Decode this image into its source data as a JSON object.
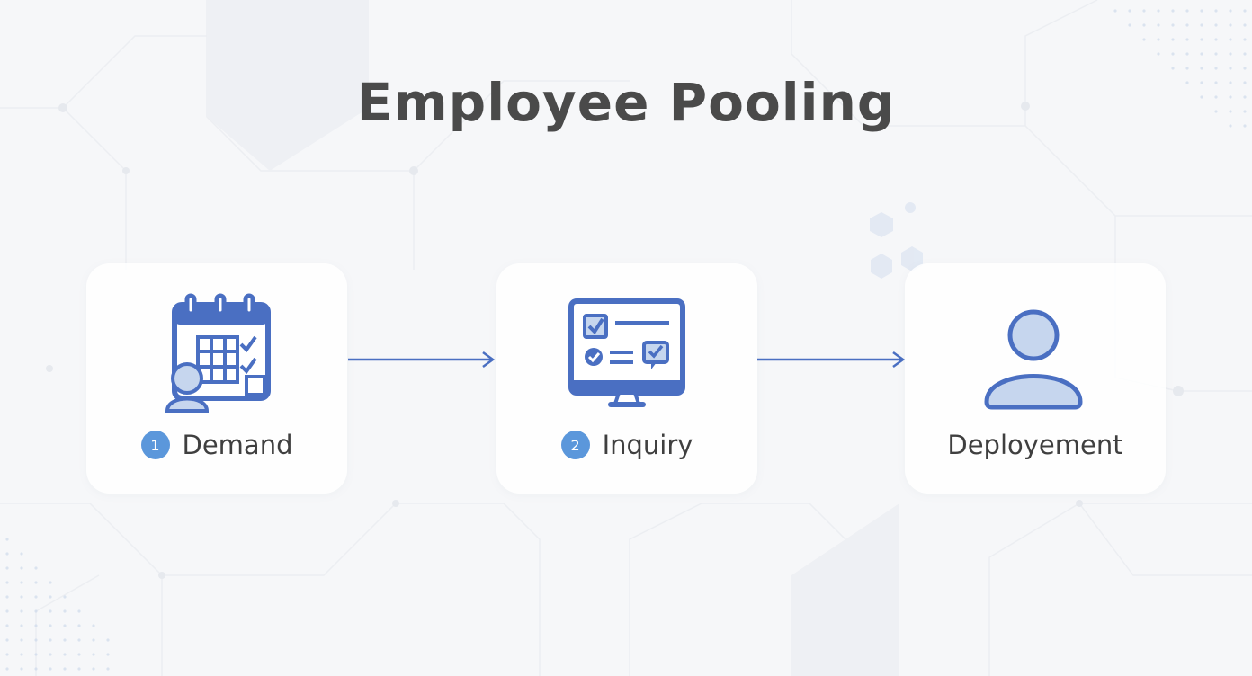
{
  "title": "Employee Pooling",
  "accent_color": "#4a6fc2",
  "icon_fill_color": "#c6d6ee",
  "badge_color": "#5b97db",
  "steps": [
    {
      "number": "1",
      "label": "Demand",
      "icon": "calendar-person-icon"
    },
    {
      "number": "2",
      "label": "Inquiry",
      "icon": "monitor-checklist-icon"
    },
    {
      "number": "",
      "label": "Deployement",
      "icon": "person-icon"
    }
  ],
  "connectors": [
    "arrow-right-icon",
    "arrow-right-icon"
  ]
}
